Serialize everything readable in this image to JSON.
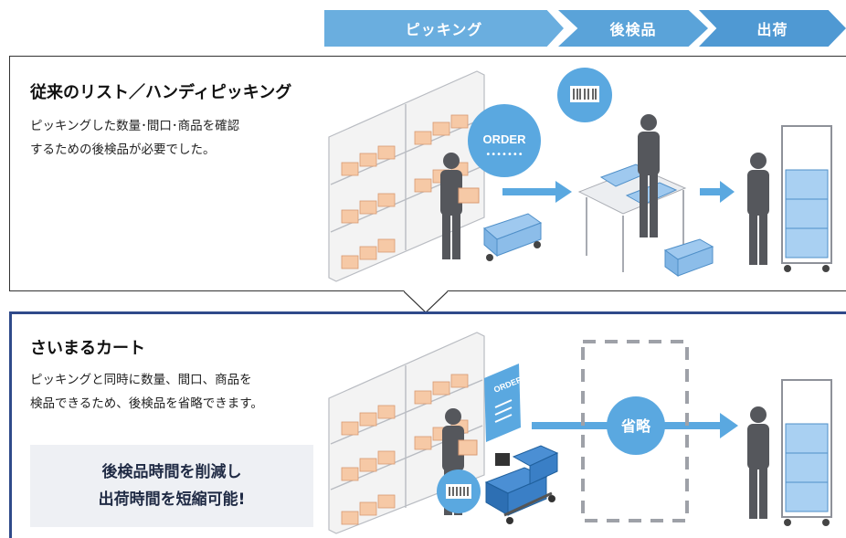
{
  "flow": {
    "steps": [
      "ピッキング",
      "後検品",
      "出荷"
    ]
  },
  "section1": {
    "title": "従来のリスト／ハンディピッキング",
    "desc_line1": "ピッキングした数量･間口･商品を確認",
    "desc_line2": "するための後検品が必要でした。",
    "order_label": "ORDER"
  },
  "section2": {
    "title": "さいまるカート",
    "desc_line1": "ピッキングと同時に数量、間口、商品を",
    "desc_line2": "検品できるため、後検品を省略できます。",
    "callout_line1": "後検品時間を削減し",
    "callout_line2": "出荷時間を短縮可能!",
    "order_label": "ORDER",
    "skip_label": "省略"
  },
  "colors": {
    "flow_blue": "#5aa3d9",
    "arrow_blue": "#5aa8e0",
    "frame_navy": "#2f4a8a",
    "box_peach": "#f6c9a6",
    "figure_gray": "#55575c"
  }
}
